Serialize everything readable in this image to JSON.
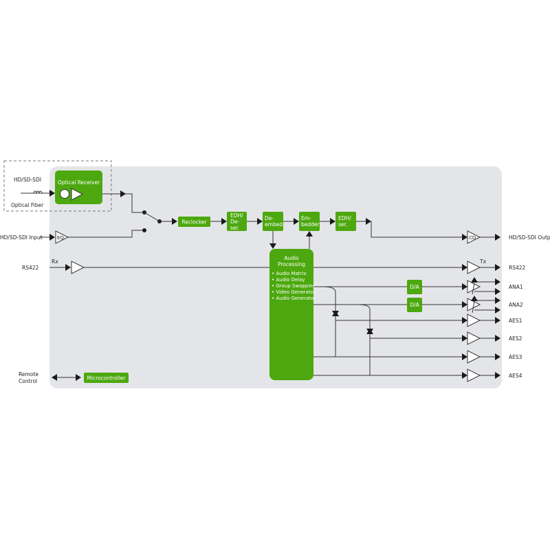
{
  "colors": {
    "accent": "#4ca80e",
    "panel": "#e4e5e9",
    "line": "#333333"
  },
  "inputs": {
    "optical_top": "HD/SD-SDI",
    "optical_bottom": "Optical Fiber",
    "sdi_input": "HD/SD-SDI Input",
    "rs422_in": "RS422",
    "rx": "Rx",
    "remote_1": "Remote",
    "remote_2": "Control"
  },
  "blocks": {
    "optical_receiver": "Optical Receiver",
    "eq": "EQ",
    "reclocker": "Reclocker",
    "edh_deser": [
      "EDH/",
      "De-",
      "ser."
    ],
    "de_embed": [
      "De-",
      "embed."
    ],
    "embedder": [
      "Em-",
      "bedder"
    ],
    "edh_ser": [
      "EDH/",
      "ser."
    ],
    "cd": "CD",
    "audio_title": [
      "Audio",
      "Processing"
    ],
    "audio_items": [
      "• Audio Matrix",
      "• Audio Delay",
      "• Group Swapping",
      "• Video Generator",
      "• Audio Generator"
    ],
    "da1": "D/A",
    "da2": "D/A",
    "microcontroller": "Microcontroller"
  },
  "outputs": {
    "sdi_output": "HD/SD-SDI Output",
    "tx": "Tx",
    "rs422_out": "RS422",
    "ana1": "ANA1",
    "ana2": "ANA2",
    "aes1": "AES1",
    "aes2": "AES2",
    "aes3": "AES3",
    "aes4": "AES4"
  }
}
